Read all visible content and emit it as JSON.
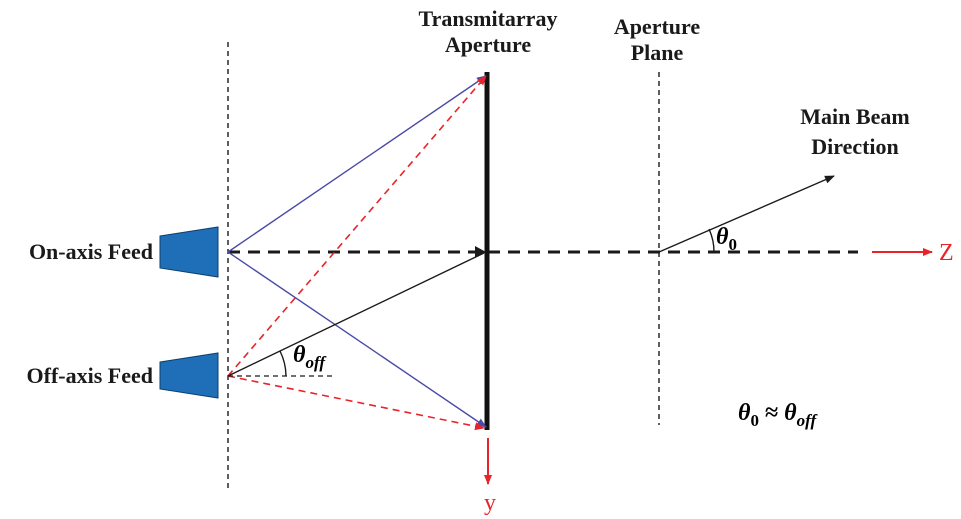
{
  "labels": {
    "transmitarray_line1": "Transmitarray",
    "transmitarray_line2": "Aperture",
    "aperture_line1": "Aperture",
    "aperture_line2": "Plane",
    "main_beam_line1": "Main Beam",
    "main_beam_line2": "Direction",
    "on_axis_feed": "On-axis Feed",
    "off_axis_feed": "Off-axis Feed",
    "z_axis": "Z",
    "y_axis": "y"
  },
  "math": {
    "theta": "θ",
    "theta0_sub": "0",
    "theta_off_sub": "off",
    "approx": " ≈ "
  },
  "colors": {
    "ray_blue": "#4a4aa8",
    "ray_red": "#e8242a",
    "feed_fill": "#1f6fb8",
    "line_dark": "#1a1a1a",
    "axis_red": "#e8242a"
  }
}
